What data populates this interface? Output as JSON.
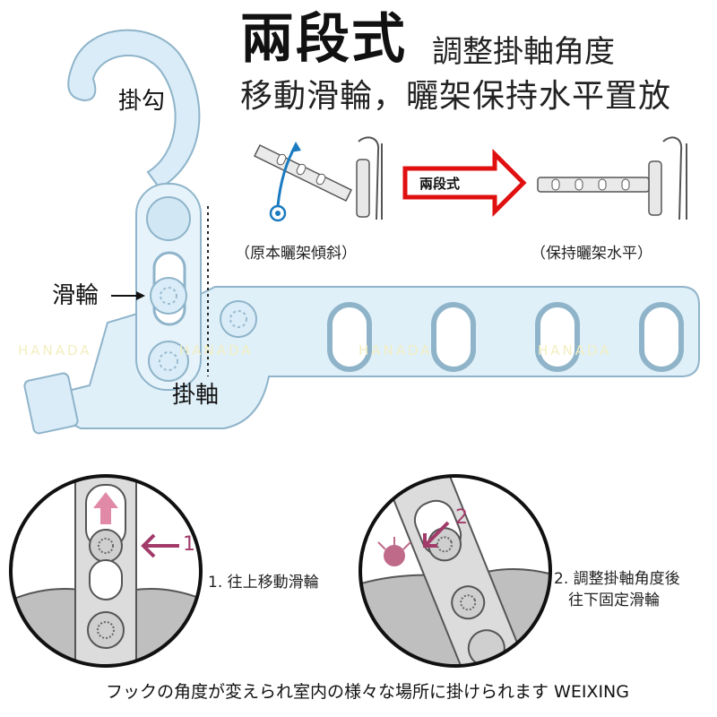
{
  "headline": {
    "big": "兩段式",
    "small": "調整掛軸角度",
    "line2": "移動滑輪，曬架保持水平置放"
  },
  "labels": {
    "hook": "掛勾",
    "pulley": "滑輪",
    "axle": "掛軸"
  },
  "comparison": {
    "before_caption": "（原本曬架傾斜）",
    "arrow_label": "兩段式",
    "after_caption": "（保持曬架水平）"
  },
  "steps": {
    "step1": "1. 往上移動滑輪",
    "step2_line1": "2. 調整掛軸角度後",
    "step2_line2": "往下固定滑輪",
    "callout1": "1",
    "callout2": "2"
  },
  "footer": "フックの角度が変えられ室内の様々な場所に掛けられます WEIXING",
  "watermark": [
    "HANADA",
    "HANADA",
    "HANADA",
    "HANADA"
  ],
  "colors": {
    "product_blue": "#d9ecf7",
    "product_outline": "#8fb4ca",
    "arrow_red": "#e01010",
    "accent_pink": "#d8347e",
    "accent_blue": "#1a7bc0"
  }
}
